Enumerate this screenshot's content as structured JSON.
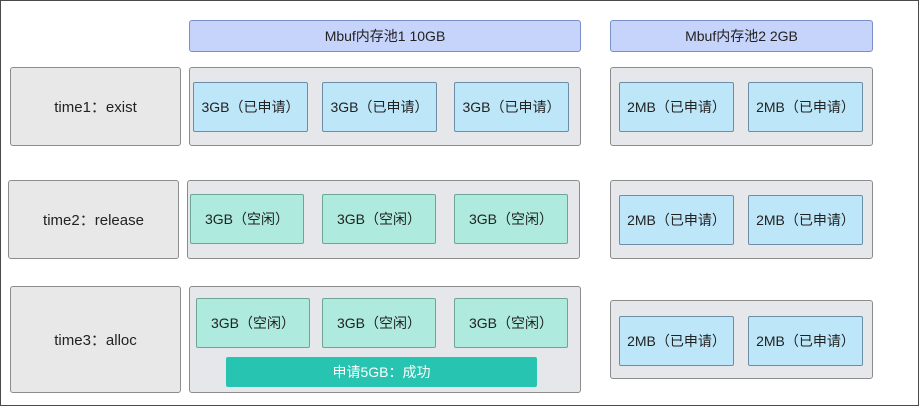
{
  "pools": {
    "pool1_label": "Mbuf内存池1 10GB",
    "pool2_label": "Mbuf内存池2 2GB"
  },
  "rows": [
    {
      "time_label": "time1：exist",
      "pool1_blocks": [
        "3GB（已申请）",
        "3GB（已申请）",
        "3GB（已申请）"
      ],
      "pool2_blocks": [
        "2MB（已申请）",
        "2MB（已申请）"
      ]
    },
    {
      "time_label": "time2：release",
      "pool1_blocks": [
        "3GB（空闲）",
        "3GB（空闲）",
        "3GB（空闲）"
      ],
      "pool2_blocks": [
        "2MB（已申请）",
        "2MB（已申请）"
      ]
    },
    {
      "time_label": "time3：alloc",
      "pool1_blocks": [
        "3GB（空闲）",
        "3GB（空闲）",
        "3GB（空闲）"
      ],
      "pool2_blocks": [
        "2MB（已申请）",
        "2MB（已申请）"
      ],
      "result": "申请5GB：成功"
    }
  ],
  "colors": {
    "pool_header": "#c6d3fb",
    "allocated_block": "#bde7f8",
    "free_block": "#aeeadd",
    "result_bar": "#27c4b1",
    "panel": "#e6e7ea"
  }
}
